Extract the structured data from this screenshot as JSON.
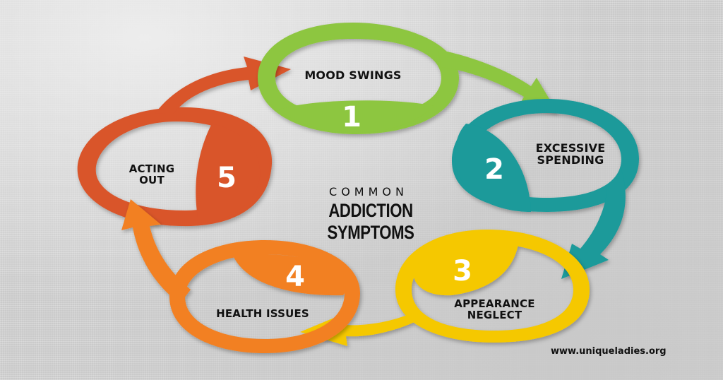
{
  "title": {
    "line1": "COMMON",
    "line2": "ADDICTION SYMPTOMS"
  },
  "steps": [
    {
      "number": "1",
      "label_line1": "MOOD SWINGS",
      "label_line2": "",
      "color": "#8dc63f"
    },
    {
      "number": "2",
      "label_line1": "EXCESSIVE",
      "label_line2": "SPENDING",
      "color": "#1a9a9a"
    },
    {
      "number": "3",
      "label_line1": "APPEARANCE",
      "label_line2": "NEGLECT",
      "color": "#f5c800"
    },
    {
      "number": "4",
      "label_line1": "HEALTH ISSUES",
      "label_line2": "",
      "color": "#f28024"
    },
    {
      "number": "5",
      "label_line1": "ACTING",
      "label_line2": "OUT",
      "color": "#d9542a"
    }
  ],
  "footer": {
    "url": "www.uniqueladies.org"
  },
  "colors": {
    "background": "#d6d6d6",
    "text": "#111111",
    "number_text": "#ffffff"
  }
}
